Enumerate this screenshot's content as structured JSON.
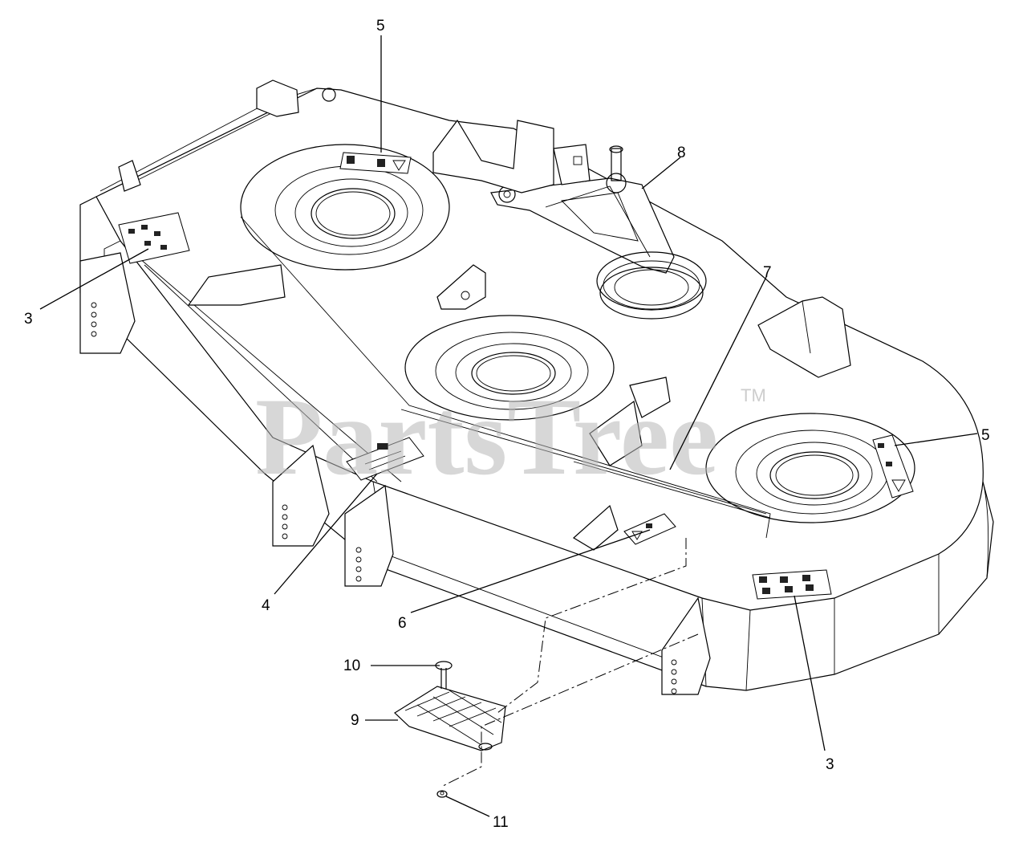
{
  "watermark": {
    "text": "PartsTree",
    "tm": "TM"
  },
  "callouts": [
    {
      "id": "c5a",
      "label": "5"
    },
    {
      "id": "c8",
      "label": "8"
    },
    {
      "id": "c3a",
      "label": "3"
    },
    {
      "id": "c7",
      "label": "7"
    },
    {
      "id": "c5b",
      "label": "5"
    },
    {
      "id": "c4",
      "label": "4"
    },
    {
      "id": "c6",
      "label": "6"
    },
    {
      "id": "c3b",
      "label": "3"
    },
    {
      "id": "c10",
      "label": "10"
    },
    {
      "id": "c9",
      "label": "9"
    },
    {
      "id": "c11",
      "label": "11"
    }
  ],
  "colors": {
    "line": "#000000",
    "watermark": "#b8b8b8",
    "background": "#ffffff"
  }
}
